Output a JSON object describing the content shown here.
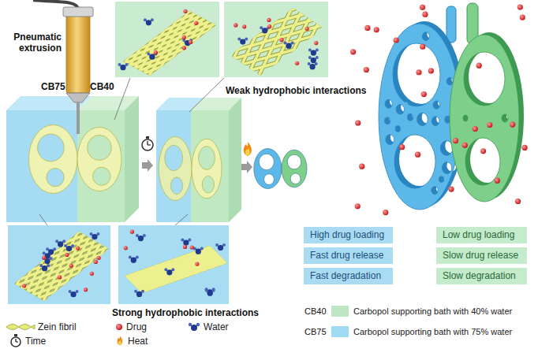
{
  "diagram": {
    "nodes": [
      {
        "text": [
          "High drug loading"
        ]
      },
      {
        "text": [
          "Low drug loading"
        ]
      },
      {
        "text": [
          "Fast drug release"
        ]
      },
      {
        "text": [
          "Slow drug release"
        ]
      },
      {
        "text": [
          "Fast degradation"
        ]
      },
      {
        "text": [
          "Slow degradation"
        ]
      }
    ],
    "labels": [
      "Pneumatic extrusion",
      "CB75",
      "CB40",
      "Weak hydrophobic interactions",
      "Strong hydrophobic interactions",
      "CB40",
      "CB75"
    ],
    "legend": [
      {
        "text": "Zein fibril"
      },
      {
        "text": "Drug"
      },
      {
        "text": "Water"
      },
      {
        "text": "Time"
      },
      {
        "text": "Heat"
      },
      {
        "text": "Carbopol supporting bath with 40% water",
        "color": "#bfe6c4"
      },
      {
        "text": "Carbopol supporting bath with 75% water",
        "color": "#9fdcf3"
      }
    ]
  }
}
